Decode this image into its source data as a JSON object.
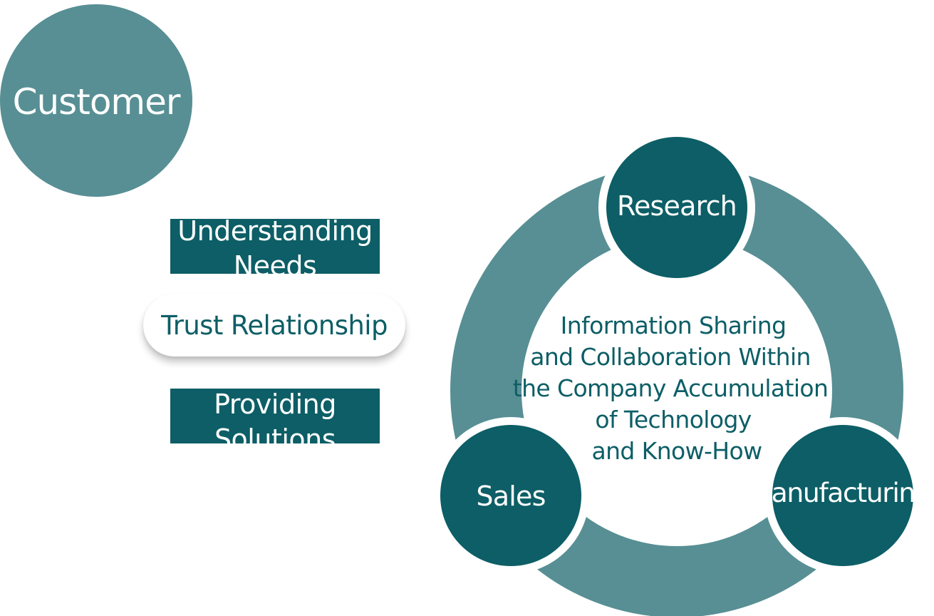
{
  "customer": {
    "label": "Customer"
  },
  "flow": {
    "understanding": "Understanding\nNeeds",
    "trust": "Trust Relationship",
    "providing": "Providing\nSolutions"
  },
  "cycle": {
    "research": "Research",
    "sales": "Sales",
    "manufacturing": "Manufacturing",
    "center_lines": [
      "Information Sharing",
      "and Collaboration Within",
      "the Company Accumulation",
      "of Technology",
      "and Know-How"
    ]
  },
  "colors": {
    "light_teal": "#578f94",
    "dark_teal": "#0d5e66",
    "white": "#ffffff"
  }
}
